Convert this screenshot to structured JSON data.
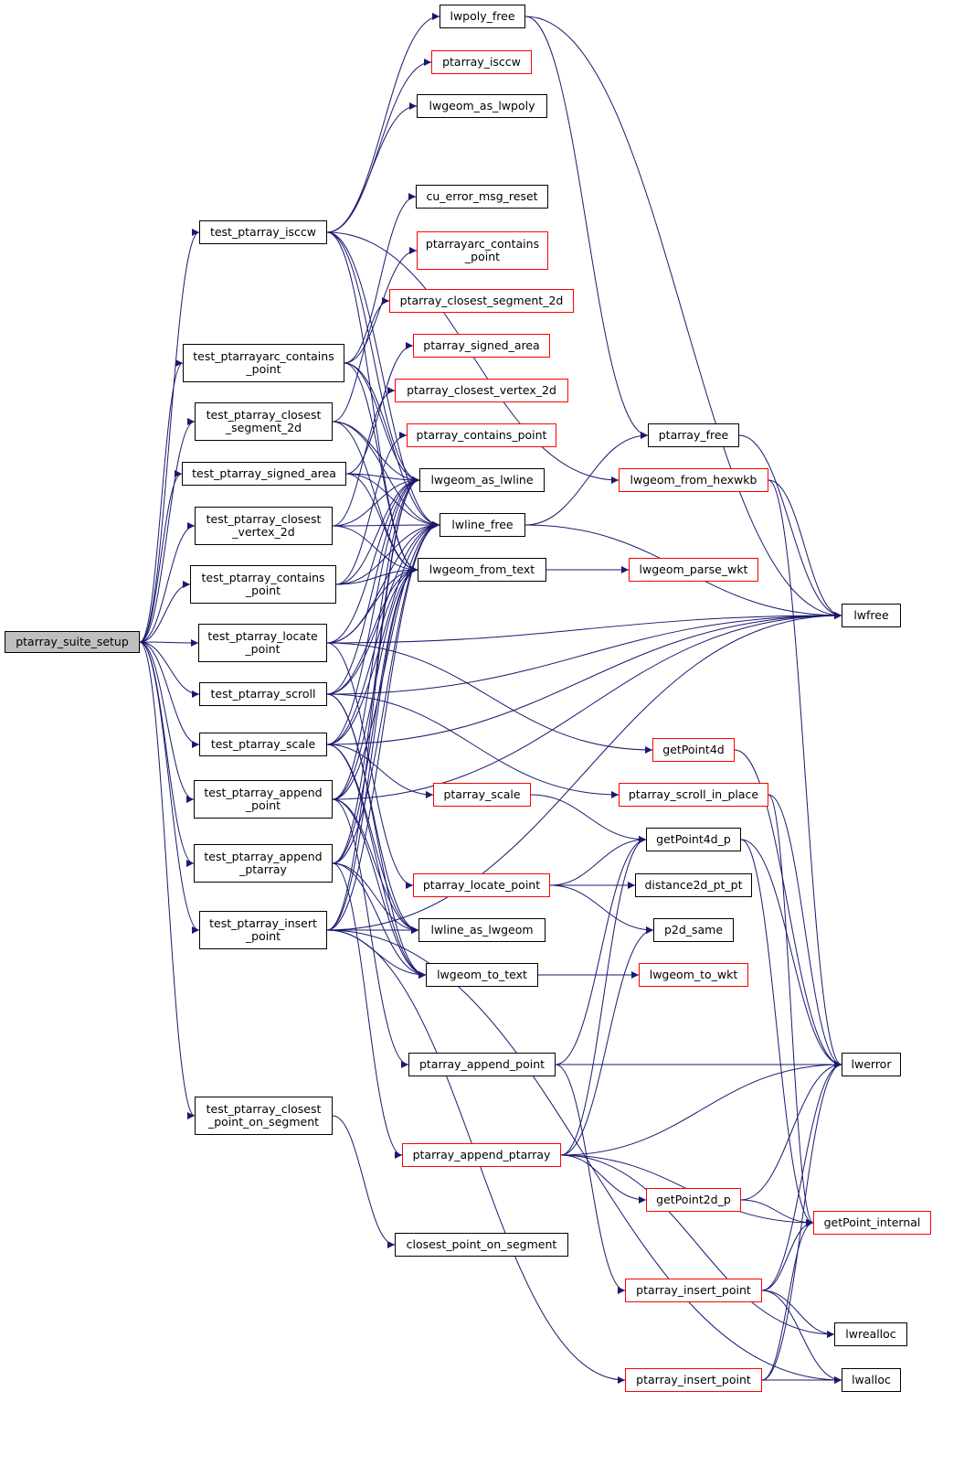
{
  "graph": {
    "colors": {
      "edge": "#191970",
      "root_fill": "#bfbfbf",
      "link_border": "#ff0000",
      "node_border": "#000000"
    },
    "nodes": [
      {
        "id": "ptarray_suite_setup",
        "lines": [
          "ptarray_suite_setup"
        ],
        "style": "root"
      },
      {
        "id": "test_ptarray_isccw",
        "lines": [
          "test_ptarray_isccw"
        ],
        "style": "black"
      },
      {
        "id": "test_ptarrayarc_contains_point",
        "lines": [
          "test_ptarrayarc_contains",
          "_point"
        ],
        "style": "black"
      },
      {
        "id": "test_ptarray_closest_segment_2d",
        "lines": [
          "test_ptarray_closest",
          "_segment_2d"
        ],
        "style": "black"
      },
      {
        "id": "test_ptarray_signed_area",
        "lines": [
          "test_ptarray_signed_area"
        ],
        "style": "black"
      },
      {
        "id": "test_ptarray_closest_vertex_2d",
        "lines": [
          "test_ptarray_closest",
          "_vertex_2d"
        ],
        "style": "black"
      },
      {
        "id": "test_ptarray_contains_point",
        "lines": [
          "test_ptarray_contains",
          "_point"
        ],
        "style": "black"
      },
      {
        "id": "test_ptarray_locate_point",
        "lines": [
          "test_ptarray_locate",
          "_point"
        ],
        "style": "black"
      },
      {
        "id": "test_ptarray_scroll",
        "lines": [
          "test_ptarray_scroll"
        ],
        "style": "black"
      },
      {
        "id": "test_ptarray_scale",
        "lines": [
          "test_ptarray_scale"
        ],
        "style": "black"
      },
      {
        "id": "test_ptarray_append_point",
        "lines": [
          "test_ptarray_append",
          "_point"
        ],
        "style": "black"
      },
      {
        "id": "test_ptarray_append_ptarray",
        "lines": [
          "test_ptarray_append",
          "_ptarray"
        ],
        "style": "black"
      },
      {
        "id": "test_ptarray_insert_point",
        "lines": [
          "test_ptarray_insert",
          "_point"
        ],
        "style": "black"
      },
      {
        "id": "test_ptarray_closest_point_on_segment",
        "lines": [
          "test_ptarray_closest",
          "_point_on_segment"
        ],
        "style": "black"
      },
      {
        "id": "lwpoly_free",
        "lines": [
          "lwpoly_free"
        ],
        "style": "black"
      },
      {
        "id": "ptarray_isccw",
        "lines": [
          "ptarray_isccw"
        ],
        "style": "red"
      },
      {
        "id": "lwgeom_as_lwpoly",
        "lines": [
          "lwgeom_as_lwpoly"
        ],
        "style": "black"
      },
      {
        "id": "cu_error_msg_reset",
        "lines": [
          "cu_error_msg_reset"
        ],
        "style": "black"
      },
      {
        "id": "ptarrayarc_contains_point",
        "lines": [
          "ptarrayarc_contains",
          "_point"
        ],
        "style": "red"
      },
      {
        "id": "ptarray_closest_segment_2d",
        "lines": [
          "ptarray_closest_segment_2d"
        ],
        "style": "red"
      },
      {
        "id": "ptarray_signed_area",
        "lines": [
          "ptarray_signed_area"
        ],
        "style": "red"
      },
      {
        "id": "ptarray_closest_vertex_2d",
        "lines": [
          "ptarray_closest_vertex_2d"
        ],
        "style": "red"
      },
      {
        "id": "ptarray_contains_point",
        "lines": [
          "ptarray_contains_point"
        ],
        "style": "red"
      },
      {
        "id": "lwgeom_as_lwline",
        "lines": [
          "lwgeom_as_lwline"
        ],
        "style": "black"
      },
      {
        "id": "lwline_free",
        "lines": [
          "lwline_free"
        ],
        "style": "black"
      },
      {
        "id": "lwgeom_from_text",
        "lines": [
          "lwgeom_from_text"
        ],
        "style": "black"
      },
      {
        "id": "ptarray_scale",
        "lines": [
          "ptarray_scale"
        ],
        "style": "red"
      },
      {
        "id": "ptarray_locate_point",
        "lines": [
          "ptarray_locate_point"
        ],
        "style": "red"
      },
      {
        "id": "lwline_as_lwgeom",
        "lines": [
          "lwline_as_lwgeom"
        ],
        "style": "black"
      },
      {
        "id": "lwgeom_to_text",
        "lines": [
          "lwgeom_to_text"
        ],
        "style": "black"
      },
      {
        "id": "ptarray_append_point",
        "lines": [
          "ptarray_append_point"
        ],
        "style": "black"
      },
      {
        "id": "ptarray_append_ptarray",
        "lines": [
          "ptarray_append_ptarray"
        ],
        "style": "red"
      },
      {
        "id": "closest_point_on_segment",
        "lines": [
          "closest_point_on_segment"
        ],
        "style": "black"
      },
      {
        "id": "ptarray_free",
        "lines": [
          "ptarray_free"
        ],
        "style": "black"
      },
      {
        "id": "lwgeom_from_hexwkb",
        "lines": [
          "lwgeom_from_hexwkb"
        ],
        "style": "red"
      },
      {
        "id": "lwgeom_parse_wkt",
        "lines": [
          "lwgeom_parse_wkt"
        ],
        "style": "red"
      },
      {
        "id": "getPoint4d",
        "lines": [
          "getPoint4d"
        ],
        "style": "red"
      },
      {
        "id": "ptarray_scroll_in_place",
        "lines": [
          "ptarray_scroll_in_place"
        ],
        "style": "red"
      },
      {
        "id": "getPoint4d_p",
        "lines": [
          "getPoint4d_p"
        ],
        "style": "black"
      },
      {
        "id": "distance2d_pt_pt",
        "lines": [
          "distance2d_pt_pt"
        ],
        "style": "black"
      },
      {
        "id": "p2d_same",
        "lines": [
          "p2d_same"
        ],
        "style": "black"
      },
      {
        "id": "lwgeom_to_wkt",
        "lines": [
          "lwgeom_to_wkt"
        ],
        "style": "red"
      },
      {
        "id": "getPoint2d_p",
        "lines": [
          "getPoint2d_p"
        ],
        "style": "red"
      },
      {
        "id": "ptarray_insert_point_1",
        "lines": [
          "ptarray_insert_point"
        ],
        "style": "red"
      },
      {
        "id": "ptarray_insert_point_2",
        "lines": [
          "ptarray_insert_point"
        ],
        "style": "red"
      },
      {
        "id": "lwfree",
        "lines": [
          "lwfree"
        ],
        "style": "black"
      },
      {
        "id": "lwerror",
        "lines": [
          "lwerror"
        ],
        "style": "black"
      },
      {
        "id": "getPoint_internal",
        "lines": [
          "getPoint_internal"
        ],
        "style": "red"
      },
      {
        "id": "lwrealloc",
        "lines": [
          "lwrealloc"
        ],
        "style": "black"
      },
      {
        "id": "lwalloc",
        "lines": [
          "lwalloc"
        ],
        "style": "black"
      }
    ],
    "edges": [
      [
        "ptarray_suite_setup",
        "test_ptarray_isccw"
      ],
      [
        "ptarray_suite_setup",
        "test_ptarrayarc_contains_point"
      ],
      [
        "ptarray_suite_setup",
        "test_ptarray_closest_segment_2d"
      ],
      [
        "ptarray_suite_setup",
        "test_ptarray_signed_area"
      ],
      [
        "ptarray_suite_setup",
        "test_ptarray_closest_vertex_2d"
      ],
      [
        "ptarray_suite_setup",
        "test_ptarray_contains_point"
      ],
      [
        "ptarray_suite_setup",
        "test_ptarray_locate_point"
      ],
      [
        "ptarray_suite_setup",
        "test_ptarray_scroll"
      ],
      [
        "ptarray_suite_setup",
        "test_ptarray_scale"
      ],
      [
        "ptarray_suite_setup",
        "test_ptarray_append_point"
      ],
      [
        "ptarray_suite_setup",
        "test_ptarray_append_ptarray"
      ],
      [
        "ptarray_suite_setup",
        "test_ptarray_insert_point"
      ],
      [
        "ptarray_suite_setup",
        "test_ptarray_closest_point_on_segment"
      ],
      [
        "test_ptarray_isccw",
        "lwpoly_free"
      ],
      [
        "test_ptarray_isccw",
        "ptarray_isccw"
      ],
      [
        "test_ptarray_isccw",
        "lwgeom_as_lwpoly"
      ],
      [
        "test_ptarray_isccw",
        "lwgeom_from_hexwkb"
      ],
      [
        "test_ptarray_isccw",
        "lwgeom_as_lwline"
      ],
      [
        "test_ptarray_isccw",
        "lwline_free"
      ],
      [
        "test_ptarray_isccw",
        "lwgeom_from_text"
      ],
      [
        "test_ptarrayarc_contains_point",
        "cu_error_msg_reset"
      ],
      [
        "test_ptarrayarc_contains_point",
        "ptarrayarc_contains_point"
      ],
      [
        "test_ptarrayarc_contains_point",
        "lwgeom_as_lwline"
      ],
      [
        "test_ptarrayarc_contains_point",
        "lwline_free"
      ],
      [
        "test_ptarrayarc_contains_point",
        "lwgeom_from_text"
      ],
      [
        "test_ptarray_closest_segment_2d",
        "ptarray_closest_segment_2d"
      ],
      [
        "test_ptarray_closest_segment_2d",
        "lwgeom_as_lwline"
      ],
      [
        "test_ptarray_closest_segment_2d",
        "lwline_free"
      ],
      [
        "test_ptarray_closest_segment_2d",
        "lwgeom_from_text"
      ],
      [
        "test_ptarray_signed_area",
        "ptarray_signed_area"
      ],
      [
        "test_ptarray_signed_area",
        "lwgeom_as_lwline"
      ],
      [
        "test_ptarray_signed_area",
        "lwline_free"
      ],
      [
        "test_ptarray_signed_area",
        "lwgeom_from_text"
      ],
      [
        "test_ptarray_closest_vertex_2d",
        "ptarray_closest_vertex_2d"
      ],
      [
        "test_ptarray_closest_vertex_2d",
        "lwgeom_as_lwline"
      ],
      [
        "test_ptarray_closest_vertex_2d",
        "lwline_free"
      ],
      [
        "test_ptarray_closest_vertex_2d",
        "lwgeom_from_text"
      ],
      [
        "test_ptarray_contains_point",
        "ptarray_contains_point"
      ],
      [
        "test_ptarray_contains_point",
        "lwgeom_as_lwline"
      ],
      [
        "test_ptarray_contains_point",
        "lwline_free"
      ],
      [
        "test_ptarray_contains_point",
        "lwgeom_from_text"
      ],
      [
        "test_ptarray_locate_point",
        "lwgeom_as_lwline"
      ],
      [
        "test_ptarray_locate_point",
        "lwline_free"
      ],
      [
        "test_ptarray_locate_point",
        "lwgeom_from_text"
      ],
      [
        "test_ptarray_locate_point",
        "getPoint4d"
      ],
      [
        "test_ptarray_locate_point",
        "ptarray_locate_point"
      ],
      [
        "test_ptarray_locate_point",
        "lwfree"
      ],
      [
        "test_ptarray_scroll",
        "lwgeom_as_lwline"
      ],
      [
        "test_ptarray_scroll",
        "lwline_free"
      ],
      [
        "test_ptarray_scroll",
        "lwgeom_from_text"
      ],
      [
        "test_ptarray_scroll",
        "lwfree"
      ],
      [
        "test_ptarray_scroll",
        "ptarray_scroll_in_place"
      ],
      [
        "test_ptarray_scroll",
        "lwline_as_lwgeom"
      ],
      [
        "test_ptarray_scroll",
        "lwgeom_to_text"
      ],
      [
        "test_ptarray_scale",
        "lwgeom_as_lwline"
      ],
      [
        "test_ptarray_scale",
        "lwline_free"
      ],
      [
        "test_ptarray_scale",
        "lwgeom_from_text"
      ],
      [
        "test_ptarray_scale",
        "lwfree"
      ],
      [
        "test_ptarray_scale",
        "ptarray_scale"
      ],
      [
        "test_ptarray_scale",
        "lwline_as_lwgeom"
      ],
      [
        "test_ptarray_scale",
        "lwgeom_to_text"
      ],
      [
        "test_ptarray_append_point",
        "lwgeom_as_lwline"
      ],
      [
        "test_ptarray_append_point",
        "lwline_free"
      ],
      [
        "test_ptarray_append_point",
        "lwgeom_from_text"
      ],
      [
        "test_ptarray_append_point",
        "lwfree"
      ],
      [
        "test_ptarray_append_point",
        "lwline_as_lwgeom"
      ],
      [
        "test_ptarray_append_point",
        "lwgeom_to_text"
      ],
      [
        "test_ptarray_append_point",
        "ptarray_append_point"
      ],
      [
        "test_ptarray_append_ptarray",
        "lwgeom_as_lwline"
      ],
      [
        "test_ptarray_append_ptarray",
        "lwline_free"
      ],
      [
        "test_ptarray_append_ptarray",
        "lwgeom_from_text"
      ],
      [
        "test_ptarray_append_ptarray",
        "lwline_as_lwgeom"
      ],
      [
        "test_ptarray_append_ptarray",
        "lwgeom_to_text"
      ],
      [
        "test_ptarray_append_ptarray",
        "ptarray_append_ptarray"
      ],
      [
        "test_ptarray_insert_point",
        "lwgeom_as_lwline"
      ],
      [
        "test_ptarray_insert_point",
        "lwline_free"
      ],
      [
        "test_ptarray_insert_point",
        "lwgeom_from_text"
      ],
      [
        "test_ptarray_insert_point",
        "lwfree"
      ],
      [
        "test_ptarray_insert_point",
        "lwline_as_lwgeom"
      ],
      [
        "test_ptarray_insert_point",
        "lwgeom_to_text"
      ],
      [
        "test_ptarray_insert_point",
        "ptarray_insert_point_2"
      ],
      [
        "test_ptarray_closest_point_on_segment",
        "closest_point_on_segment"
      ],
      [
        "lwpoly_free",
        "lwfree"
      ],
      [
        "lwpoly_free",
        "ptarray_free"
      ],
      [
        "lwline_free",
        "ptarray_free"
      ],
      [
        "lwline_free",
        "lwfree"
      ],
      [
        "ptarray_free",
        "lwfree"
      ],
      [
        "lwgeom_from_hexwkb",
        "lwfree"
      ],
      [
        "lwgeom_from_hexwkb",
        "lwerror"
      ],
      [
        "lwgeom_from_text",
        "lwgeom_parse_wkt"
      ],
      [
        "lwgeom_to_text",
        "lwgeom_to_wkt"
      ],
      [
        "getPoint4d",
        "lwerror"
      ],
      [
        "ptarray_scroll_in_place",
        "lwerror"
      ],
      [
        "ptarray_scroll_in_place",
        "getPoint_internal"
      ],
      [
        "ptarray_scale",
        "getPoint4d_p"
      ],
      [
        "ptarray_locate_point",
        "getPoint4d_p"
      ],
      [
        "ptarray_locate_point",
        "distance2d_pt_pt"
      ],
      [
        "ptarray_locate_point",
        "p2d_same"
      ],
      [
        "getPoint4d_p",
        "lwerror"
      ],
      [
        "getPoint4d_p",
        "getPoint_internal"
      ],
      [
        "ptarray_append_point",
        "lwerror"
      ],
      [
        "ptarray_append_point",
        "getPoint4d_p"
      ],
      [
        "ptarray_append_point",
        "ptarray_insert_point_1"
      ],
      [
        "ptarray_append_ptarray",
        "lwerror"
      ],
      [
        "ptarray_append_ptarray",
        "getPoint2d_p"
      ],
      [
        "ptarray_append_ptarray",
        "getPoint_internal"
      ],
      [
        "ptarray_append_ptarray",
        "lwrealloc"
      ],
      [
        "ptarray_append_ptarray",
        "getPoint4d_p"
      ],
      [
        "ptarray_append_ptarray",
        "p2d_same"
      ],
      [
        "getPoint2d_p",
        "lwerror"
      ],
      [
        "getPoint2d_p",
        "getPoint_internal"
      ],
      [
        "ptarray_insert_point_1",
        "lwerror"
      ],
      [
        "ptarray_insert_point_1",
        "getPoint_internal"
      ],
      [
        "ptarray_insert_point_1",
        "lwrealloc"
      ],
      [
        "ptarray_insert_point_1",
        "lwalloc"
      ],
      [
        "ptarray_insert_point_2",
        "lwerror"
      ],
      [
        "ptarray_insert_point_2",
        "getPoint_internal"
      ],
      [
        "ptarray_insert_point_2",
        "lwalloc"
      ],
      [
        "test_ptarray_insert_point",
        "lwalloc"
      ]
    ]
  }
}
